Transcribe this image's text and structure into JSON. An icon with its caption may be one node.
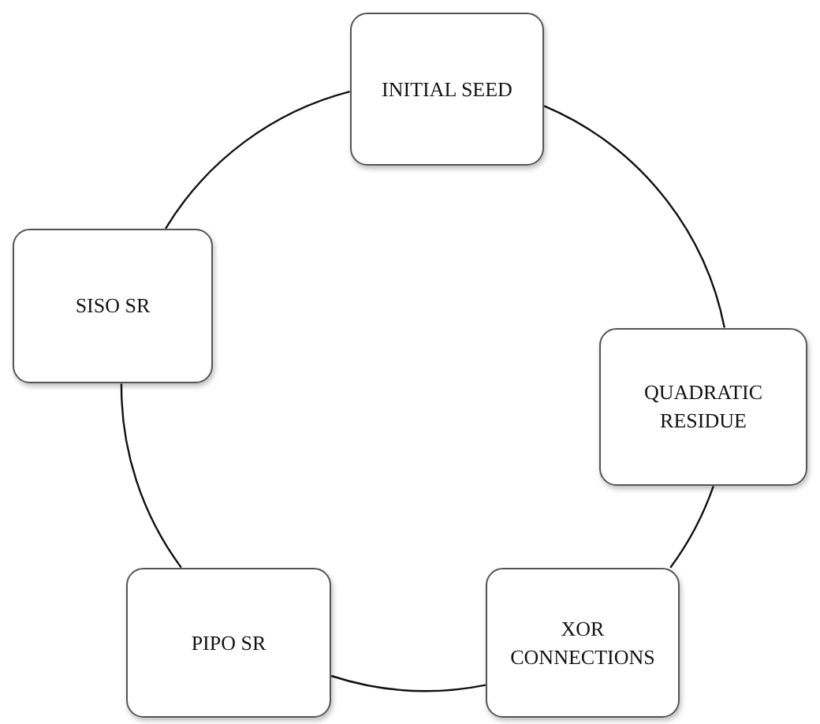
{
  "diagram": {
    "nodes": [
      {
        "text": [
          "INITIAL SEED"
        ]
      },
      {
        "text": [
          "QUADRATIC RESIDUE"
        ]
      },
      {
        "text": [
          "XOR CONNECTIONS"
        ]
      },
      {
        "text": [
          "PIPO SR"
        ]
      },
      {
        "text": [
          "SISO SR"
        ]
      }
    ],
    "edges": [
      {
        "from": 0,
        "to": 1,
        "arrow": "none"
      },
      {
        "from": 1,
        "to": 2,
        "arrow": "none"
      },
      {
        "from": 2,
        "to": 3,
        "arrow": "none"
      },
      {
        "from": 3,
        "to": 4,
        "arrow": "none"
      },
      {
        "from": 4,
        "to": 0,
        "arrow": "none"
      }
    ]
  }
}
